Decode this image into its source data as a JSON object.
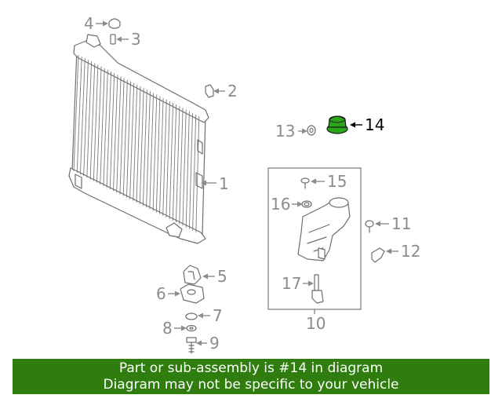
{
  "colors": {
    "highlight_part": "#2ba51a",
    "banner_bg": "#2f7d0f",
    "banner_text": "#ffffff",
    "callout_text": "#8c8c8c",
    "highlight_callout": "#000000"
  },
  "callouts": {
    "c1": "1",
    "c2": "2",
    "c3": "3",
    "c4": "4",
    "c5": "5",
    "c6": "6",
    "c7": "7",
    "c8": "8",
    "c9": "9",
    "c10": "10",
    "c11": "11",
    "c12": "12",
    "c13": "13",
    "c14": "14",
    "c15": "15",
    "c16": "16",
    "c17": "17"
  },
  "highlighted_callout": "14",
  "banner": {
    "line1": "Part or sub-assembly is #14 in diagram",
    "line2": "Diagram may not be specific to your vehicle"
  }
}
